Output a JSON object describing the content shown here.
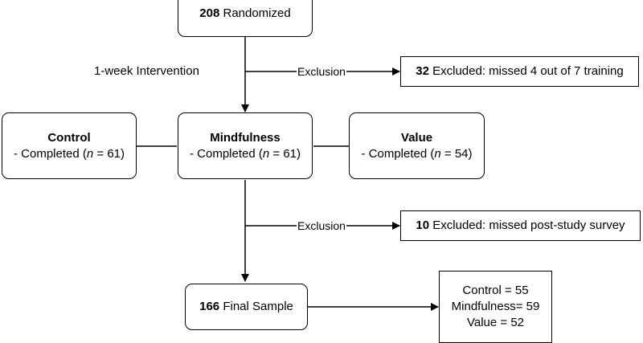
{
  "randomized": {
    "count": "208",
    "label": "Randomized"
  },
  "intervention_label": "1-week Intervention",
  "exclusion_1": {
    "edge_label": "Exclusion",
    "count": "32",
    "label": "Excluded: missed 4 out of 7 training"
  },
  "groups": {
    "control": {
      "title": "Control",
      "prefix": "- Completed (",
      "n": "n",
      "suffix": " = 61)"
    },
    "mindfulness": {
      "title": "Mindfulness",
      "prefix": "- Completed (",
      "n": "n",
      "suffix": " = 61)"
    },
    "value": {
      "title": "Value",
      "prefix": "- Completed (",
      "n": "n",
      "suffix": " = 54)"
    }
  },
  "exclusion_2": {
    "edge_label": "Exclusion",
    "count": "10",
    "label": "Excluded: missed post-study survey"
  },
  "final": {
    "count": "166",
    "label": "Final Sample"
  },
  "breakdown": {
    "line1": "Control = 55",
    "line2": "Mindfulness= 59",
    "line3": "Value = 52"
  }
}
